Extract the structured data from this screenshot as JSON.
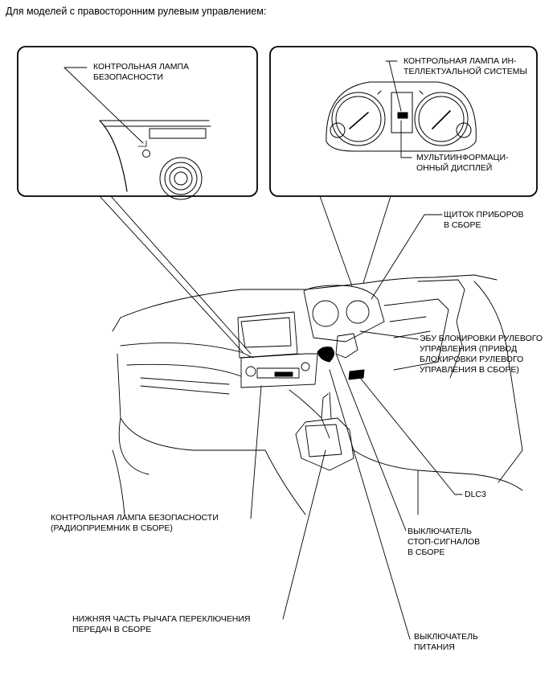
{
  "title": "Для моделей с правосторонним рулевым управлением:",
  "callouts": {
    "security_lamp": [
      "КОНТРОЛЬНАЯ ЛАМПА",
      "БЕЗОПАСНОСТИ"
    ],
    "smart_lamp": [
      "КОНТРОЛЬНАЯ ЛАМПА ИН-",
      "ТЕЛЛЕКТУАЛЬНОЙ СИСТЕМЫ"
    ],
    "multi_display": [
      "МУЛЬТИИНФОРМАЦИ-",
      "ОННЫЙ ДИСПЛЕЙ"
    ],
    "combo_meter": [
      "ЩИТОК ПРИБОРОВ",
      "В СБОРЕ"
    ],
    "steering_lock": [
      "ЭБУ БЛОКИРОВКИ РУЛЕВОГО",
      "УПРАВЛЕНИЯ (ПРИВОД",
      "БЛОКИРОВКИ РУЛЕВОГО",
      "УПРАВЛЕНИЯ В СБОРЕ)"
    ],
    "dlc3": [
      "DLC3"
    ],
    "security_radio": [
      "КОНТРОЛЬНАЯ ЛАМПА БЕЗОПАСНОСТИ",
      "(РАДИОПРИЕМНИК В СБОРЕ)"
    ],
    "stop_switch": [
      "ВЫКЛЮЧАТЕЛЬ",
      "СТОП-СИГНАЛОВ",
      "В СБОРЕ"
    ],
    "shift_lever": [
      "НИЖНЯЯ ЧАСТЬ РЫЧАГА ПЕРЕКЛЮЧЕНИЯ",
      "ПЕРЕДАЧ В СБОРЕ"
    ],
    "power_switch": [
      "ВЫКЛЮЧАТЕЛЬ",
      "ПИТАНИЯ"
    ]
  }
}
